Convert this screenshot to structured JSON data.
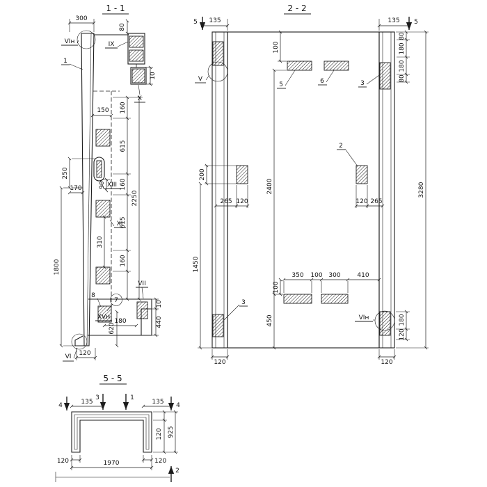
{
  "s11": {
    "title": "1 - 1",
    "labels": {
      "vin": "VIн",
      "ix": "IX",
      "x": "X",
      "xiii": "XIII",
      "xi": "XI",
      "vii": "VII",
      "xvn": "XVн",
      "vi": "VI",
      "p1": "1",
      "p7": "7",
      "p8": "8"
    },
    "dims": {
      "d300": "300",
      "d80": "80",
      "d10t": "10",
      "d150": "150",
      "c1": "160",
      "c2": "615",
      "c3": "160",
      "c4": "615",
      "c5": "160",
      "d2250": "2250",
      "d250": "250",
      "d170": "170",
      "d90": "90",
      "d310": "310",
      "d1800": "1800",
      "d10b": "10",
      "d440": "440",
      "d620": "620",
      "d180": "180",
      "d120": "120"
    }
  },
  "s22": {
    "title": "2 - 2",
    "labels": {
      "v": "V",
      "vin": "VIн",
      "cut5l": "5",
      "cut5r": "5",
      "p5": "5",
      "p6": "6",
      "p3t": "3",
      "p2": "2",
      "p3b": "3"
    },
    "dims": {
      "d135l": "135",
      "d135r": "135",
      "r1": "80",
      "r2": "180",
      "r3": "180",
      "r4": "80",
      "d3280": "3280",
      "d100t": "100",
      "d200": "200",
      "d2400": "2400",
      "d1450": "1450",
      "d265l": "265",
      "d120l": "120",
      "d120r": "120",
      "d265r": "265",
      "b1": "350",
      "b2": "100",
      "b3": "300",
      "b4": "410",
      "d100b": "100",
      "d450": "450",
      "d180r": "180",
      "d120rb": "120",
      "d120bl": "120",
      "d120br": "120"
    }
  },
  "s55": {
    "title": "5 - 5",
    "labels": {
      "cut4l": "4",
      "cut3": "3",
      "cut1": "1",
      "cut4r": "4",
      "cut2": "2"
    },
    "dims": {
      "d135l": "135",
      "d135r": "135",
      "d120r": "120",
      "d925": "925",
      "d120bl": "120",
      "d1970": "1970",
      "d120br": "120"
    }
  }
}
